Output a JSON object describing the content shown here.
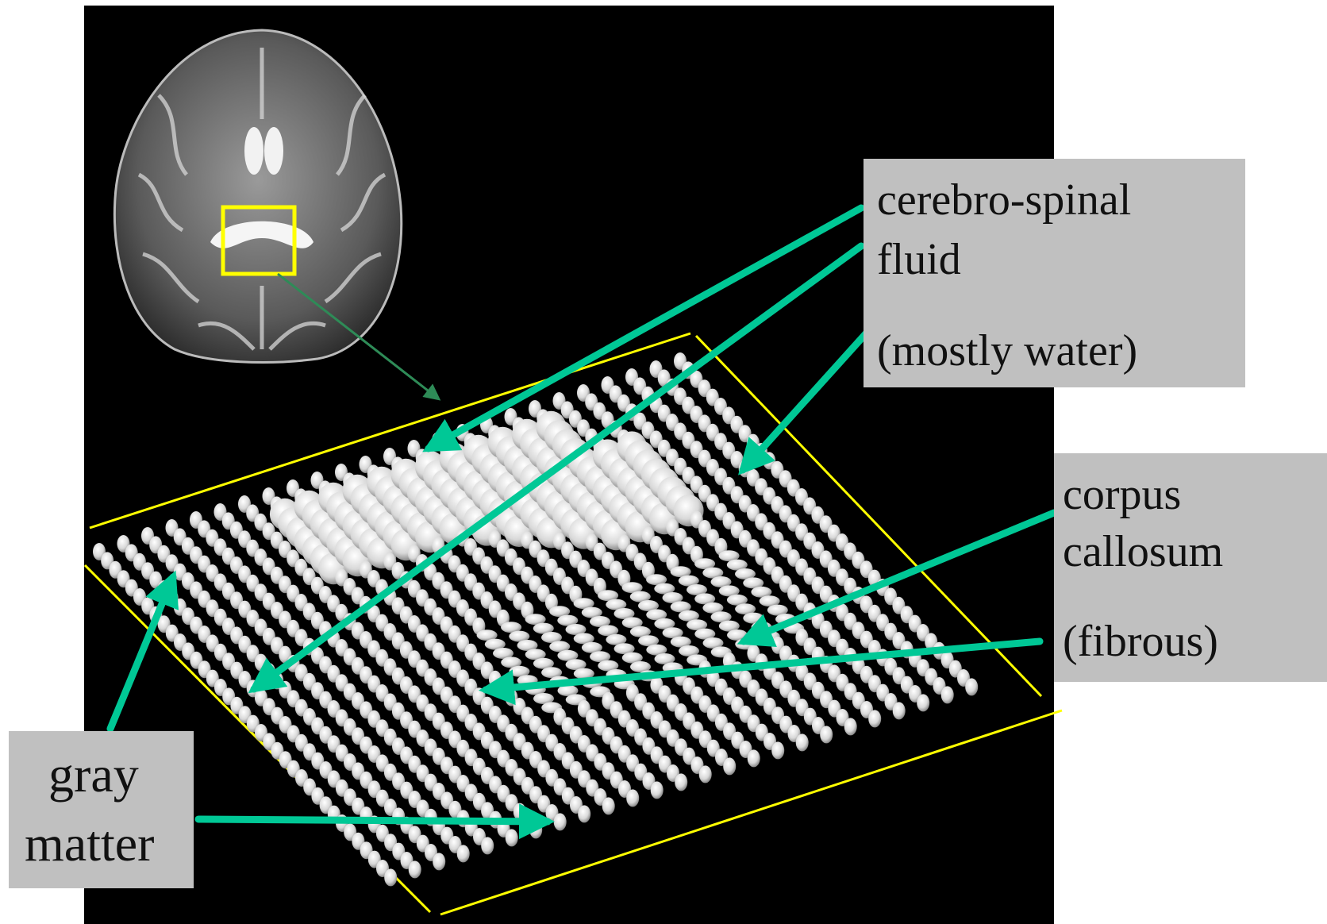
{
  "labels": {
    "csf": {
      "line1": "cerebro-spinal",
      "line2": "fluid",
      "line3": "(mostly water)"
    },
    "cc": {
      "line1": "corpus",
      "line2": "callosum",
      "line3": "(fibrous)"
    },
    "gm": {
      "line1": "gray",
      "line2": "matter"
    }
  },
  "colors": {
    "background": "#000000",
    "label_box": "#c0c0c0",
    "arrow": "#00c896",
    "frame": "#ffff00",
    "roi_box": "#ffff00",
    "link_arrow": "#2e8b57",
    "glyph": "#dcdcdc"
  }
}
